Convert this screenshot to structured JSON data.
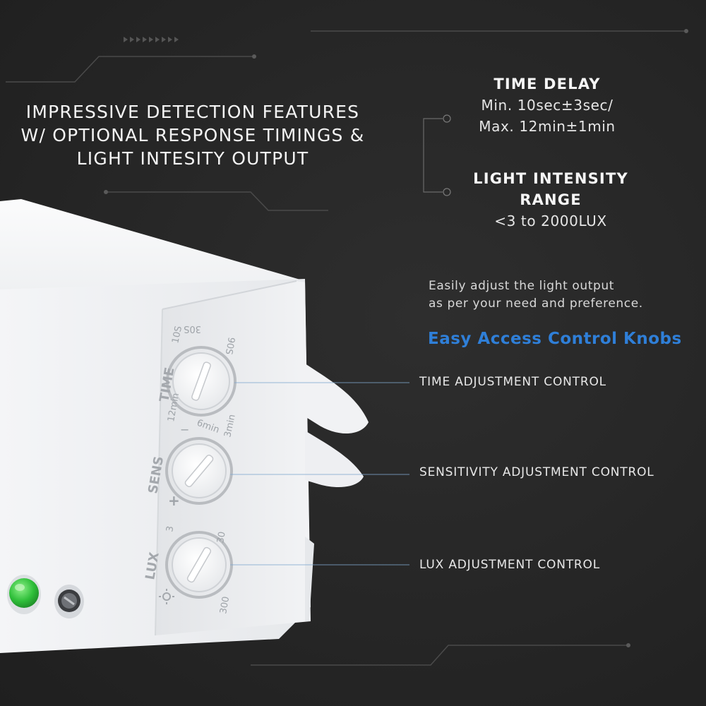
{
  "headline": {
    "lines": [
      "IMPRESSIVE DETECTION FEATURES",
      "W/ OPTIONAL RESPONSE TIMINGS &",
      "LIGHT INTESITY OUTPUT"
    ]
  },
  "specs": {
    "time_delay": {
      "title": "TIME DELAY",
      "values": [
        "Min. 10sec±3sec/",
        "Max. 12min±1min"
      ]
    },
    "light_intensity": {
      "title_lines": [
        "LIGHT INTENSITY",
        "RANGE"
      ],
      "value": "<3 to 2000LUX"
    }
  },
  "description": {
    "lines": [
      "Easily adjust the light output",
      "as per your need and preference."
    ]
  },
  "accent_heading": "Easy Access Control Knobs",
  "accent_color": "#2f7fd8",
  "callouts": {
    "time": "TIME ADJUSTMENT CONTROL",
    "sensitivity": "SENSITIVITY ADJUSTMENT CONTROL",
    "lux": "LUX ADJUSTMENT CONTROL"
  },
  "device": {
    "knob_labels": {
      "time": "TIME",
      "sens": "SENS",
      "lux": "LUX"
    },
    "time_scale": [
      "10S",
      "30S",
      "90S",
      "3min",
      "6min",
      "12min"
    ],
    "sens_scale": [
      "−",
      "+"
    ],
    "lux_scale": [
      "3",
      "30",
      "300"
    ],
    "indicator_icons": [
      "led-icon",
      "photo-sensor-icon",
      "sun-icon"
    ]
  }
}
